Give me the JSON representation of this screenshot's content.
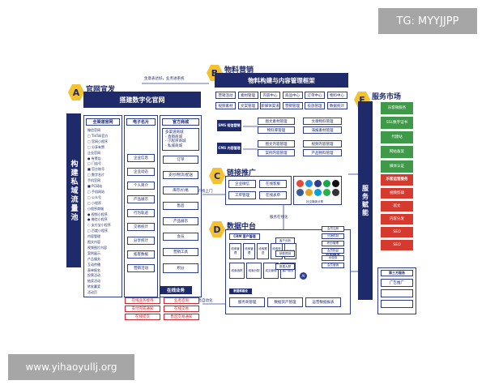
{
  "watermark_top": "TG: MYYJJPP",
  "watermark_bottom": "www.yihaoyullj.org",
  "sec_a": {
    "letter": "A",
    "title": "官网宣发",
    "banner": "搭建数字化官网",
    "side_label": "构建私域流量池",
    "col1": {
      "title": "全渠道官网",
      "items": [
        "微信官网",
        "□ TikTok官方",
        "□ 官网小程序",
        "□ 分享有赞",
        "企业官网",
        "● 有赞店",
        "□ 门店号",
        "■ 官方账号",
        "□ 数字名片",
        "手机官网",
        "■ PC网站",
        "□ 手机网站",
        "□ 公众号",
        "□ 小程序",
        "小程序商城",
        "● 视频小程序",
        "● 微信小程序",
        "○ 支付宝小程序",
        "□ 百度小程序",
        "内容管理",
        "图文内容",
        "视频图片内容",
        "案例展示",
        "产品服务",
        "互动传播",
        "表单报名",
        "投票活动",
        "抽奖活动",
        "转发赢奖",
        "活动页"
      ]
    },
    "col2": {
      "title": "电子名片",
      "items": [
        "企业信息",
        "企业动态",
        "个人简介",
        "产品展示",
        "行为轨迹",
        "交易统计",
        "分享统计",
        "拓客数据",
        "营销活动"
      ]
    },
    "col3": {
      "title": "官方商城",
      "top_lines": [
        "多渠道商城",
        "- 直销商城",
        "- 小程序商城",
        "- 私域商城"
      ],
      "items": [
        "订单",
        "支付/物流/配送",
        "库存/价格",
        "售后",
        "产品展示",
        "会员",
        "营销工具",
        "积分"
      ]
    },
    "online": {
      "label": "在线业务",
      "items": [
        "在线业务接待",
        "业务咨询",
        "支付完成通知",
        "在线交易",
        "在线提交",
        "售后交易通知"
      ]
    },
    "top_note": "生意表达好，业务进系统",
    "sales_note": "销售自动化"
  },
  "sec_b": {
    "letter": "B",
    "title": "物料营销",
    "banner": "物料构建与内容管理框架",
    "row1": [
      "营销活动",
      "素材管理",
      "内容中心",
      "商品中心",
      "订单中心",
      "物料中心"
    ],
    "row2": [
      "视频素材",
      "文案管理",
      "新媒体渠道",
      "营销管理",
      "投放管理",
      "数据统计"
    ],
    "left1": "SMS 短信营销",
    "left2": "CMS 内容管理",
    "mid1": [
      "图文素材管理",
      "物料库管理"
    ],
    "mid2": [
      "图文内容管理",
      "案例内容管理"
    ],
    "right1": [
      "文章物料管理",
      "海报素材管理"
    ],
    "right2": [
      "视频内容管理",
      "产品物料管理"
    ]
  },
  "sec_c": {
    "letter": "C",
    "title": "链接推广",
    "items": [
      "企业微信",
      "在线客服",
      "工单管理",
      "在线表单"
    ],
    "social_label": "社交媒体分享",
    "customer_note": "客户找上门"
  },
  "sec_d": {
    "letter": "D",
    "title": "数据中台",
    "crm_label": "CRM 客户管理",
    "crm_items": [
      "线索管理",
      "线索管理",
      "线索跟进",
      "线索转化",
      "客户池"
    ],
    "crm_row2": [
      "线索追踪",
      "线索分配",
      "成交管理",
      "客户服务"
    ],
    "side_notes": [
      "客户分析",
      "销售预测",
      "数据大屏"
    ],
    "ai_label": "AI",
    "member_label": "会员裂变",
    "member_items": [
      "会员注册",
      "分销机制",
      "积分管理",
      "会员权益",
      "优惠券",
      "会员营销"
    ],
    "bottom_items": [
      "服务商管理",
      "数据资产管理",
      "运营数据报表"
    ],
    "bottom_label": "数据库建设",
    "service_note": "服务在线化"
  },
  "sec_e": {
    "letter": "E",
    "title": "服务市场",
    "side_label": "服务赋能",
    "green": [
      "乐客微服务",
      "SSL数字证书",
      "代建站",
      "网站备案",
      "媒体认证"
    ],
    "red_title": "乐客运营服务",
    "red": [
      "视频剪辑",
      "软文",
      "内容分发",
      "SEO",
      "SEO"
    ],
    "third_title": "第三方服务",
    "third_items": [
      "广告推广",
      "",
      ""
    ]
  }
}
